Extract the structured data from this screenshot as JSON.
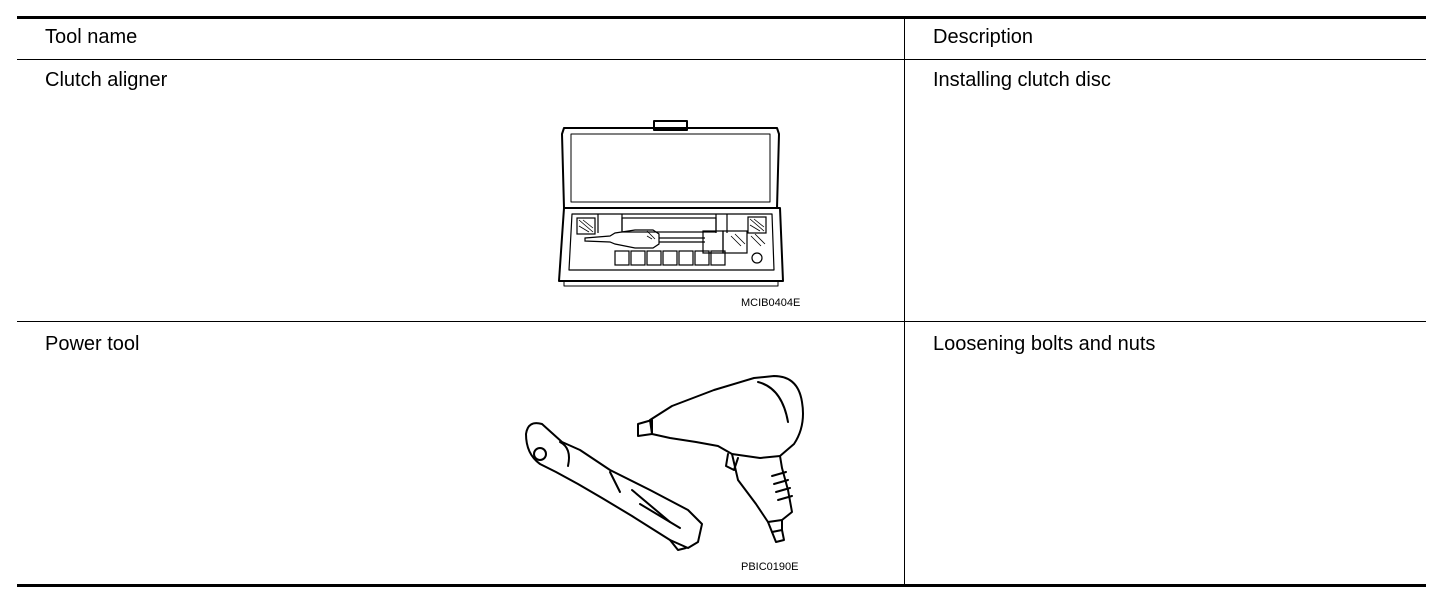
{
  "table": {
    "headers": {
      "tool_name": "Tool name",
      "description": "Description"
    },
    "rows": [
      {
        "tool_name": "Clutch aligner",
        "description": "Installing clutch disc",
        "figure_code": "MCIB0404E",
        "figure_icon": "clutch-aligner-kit"
      },
      {
        "tool_name": "Power tool",
        "description": "Loosening bolts and nuts",
        "figure_code": "PBIC0190E",
        "figure_icon": "power-tools"
      }
    ]
  }
}
